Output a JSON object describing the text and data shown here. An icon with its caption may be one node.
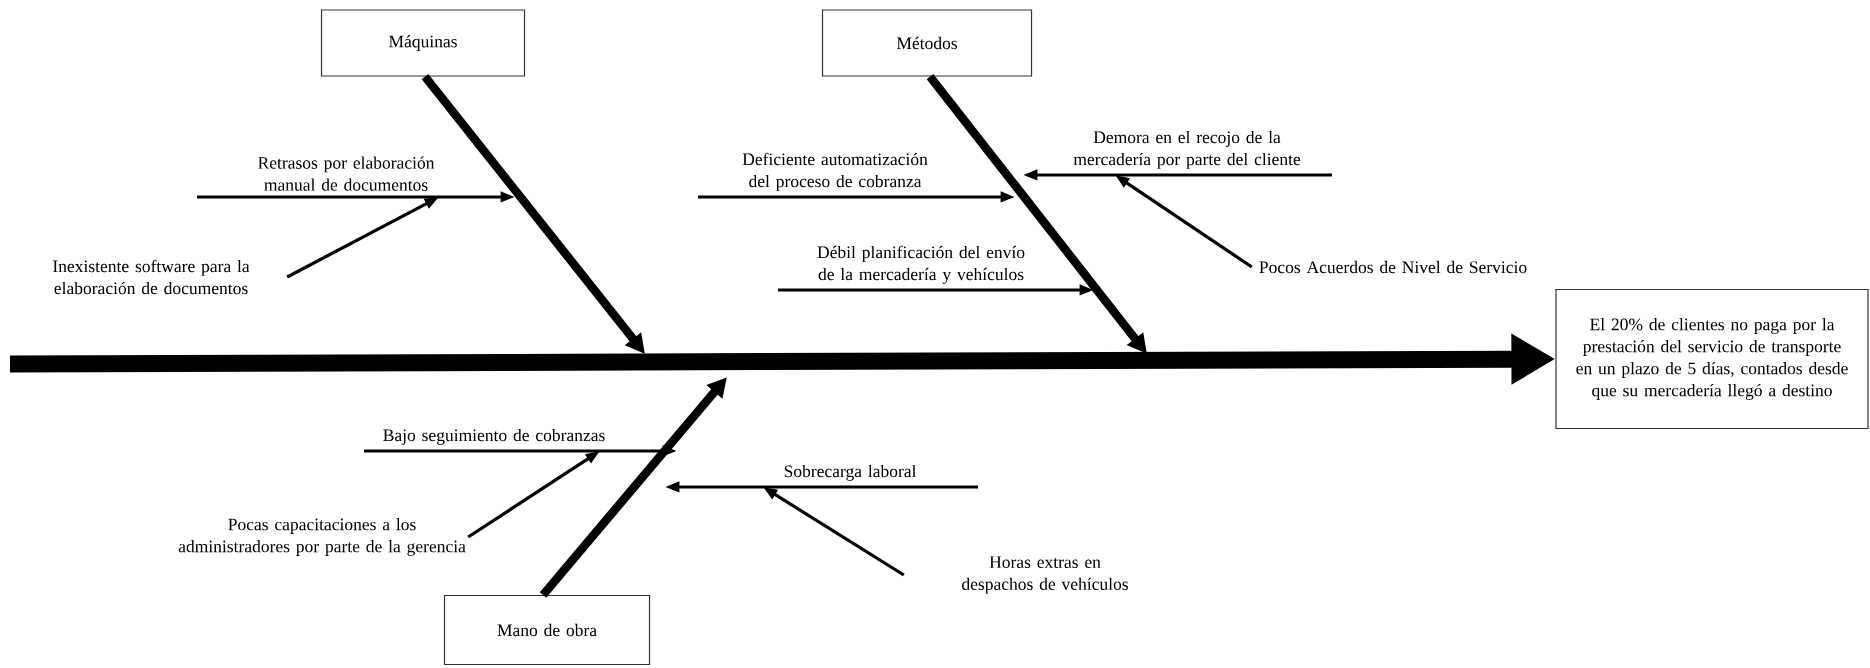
{
  "diagram": {
    "nodes": [
      {
        "text": [
          "Máquinas"
        ]
      },
      {
        "text": [
          "Métodos"
        ]
      },
      {
        "text": [
          "Retrasos por elaboración manual de documentos"
        ]
      },
      {
        "text": [
          "Inexistente software para la elaboración de documentos"
        ]
      },
      {
        "text": [
          "Deficiente automatización del proceso de cobranza"
        ]
      },
      {
        "text": [
          "Demora en el recojo de la mercadería por parte del cliente"
        ]
      },
      {
        "text": [
          "Pocos Acuerdos de Nivel de Servicio"
        ]
      },
      {
        "text": [
          "Débil planificación del envío de la mercadería y vehículos"
        ]
      },
      {
        "text": [
          "Bajo seguimiento de cobranzas"
        ]
      },
      {
        "text": [
          "Pocas capacitaciones a los administradores por parte de la gerencia"
        ]
      },
      {
        "text": [
          "Sobrecarga laboral"
        ]
      },
      {
        "text": [
          "Horas extras en despachos de vehículos"
        ]
      },
      {
        "text": [
          "Mano de obra"
        ]
      },
      {
        "text": [
          "El 20% de clientes no paga por la prestación del servicio de transporte en un plazo de 5 días, contados desde que su mercadería llegó a destino"
        ]
      }
    ],
    "edges": [
      {
        "from": null,
        "to": 13,
        "arrow": "to",
        "style": "thick"
      },
      {
        "from": 0,
        "to": null,
        "arrow": "to",
        "style": "thick"
      },
      {
        "from": 1,
        "to": null,
        "arrow": "to",
        "style": "thick"
      },
      {
        "from": 12,
        "to": null,
        "arrow": "to",
        "style": "thick"
      },
      {
        "from": 2,
        "to": null,
        "arrow": "to"
      },
      {
        "from": 3,
        "to": 2,
        "arrow": "to"
      },
      {
        "from": 4,
        "to": null,
        "arrow": "to"
      },
      {
        "from": 5,
        "to": null,
        "arrow": "to"
      },
      {
        "from": 6,
        "to": 5,
        "arrow": "to"
      },
      {
        "from": 7,
        "to": null,
        "arrow": "to"
      },
      {
        "from": 8,
        "to": null,
        "arrow": "to"
      },
      {
        "from": 9,
        "to": 8,
        "arrow": "to"
      },
      {
        "from": 10,
        "to": null,
        "arrow": "to"
      },
      {
        "from": 11,
        "to": 10,
        "arrow": "to"
      }
    ]
  }
}
